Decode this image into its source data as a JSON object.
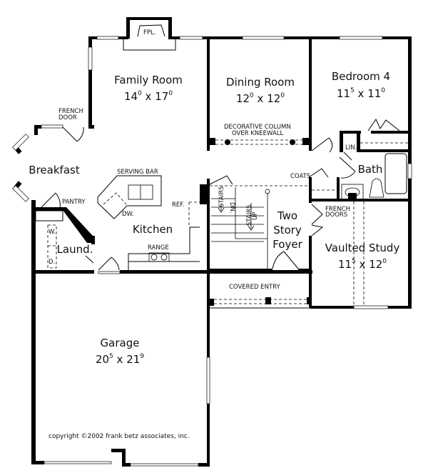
{
  "plan": {
    "rooms": [
      {
        "id": "family-room",
        "name": "Family Room",
        "dim_w": "14",
        "dim_w_in": "0",
        "dim_h": "17",
        "dim_h_in": "0"
      },
      {
        "id": "dining-room",
        "name": "Dining Room",
        "dim_w": "12",
        "dim_w_in": "0",
        "dim_h": "12",
        "dim_h_in": "0"
      },
      {
        "id": "bedroom-4",
        "name": "Bedroom 4",
        "dim_w": "11",
        "dim_w_in": "5",
        "dim_h": "11",
        "dim_h_in": "0"
      },
      {
        "id": "vaulted-study",
        "name": "Vaulted Study",
        "dim_w": "11",
        "dim_w_in": "5",
        "dim_h": "12",
        "dim_h_in": "0"
      },
      {
        "id": "garage",
        "name": "Garage",
        "dim_w": "20",
        "dim_w_in": "5",
        "dim_h": "21",
        "dim_h_in": "9"
      }
    ],
    "areas": {
      "breakfast": "Breakfast",
      "kitchen": "Kitchen",
      "laundry": "Laund.",
      "bath": "Bath",
      "foyer_line1": "Two",
      "foyer_line2": "Story",
      "foyer_line3": "Foyer"
    },
    "labels": {
      "fireplace": "FPL.",
      "french_door_1": "FRENCH",
      "french_door_2": "DOOR",
      "decorative_column_1": "DECORATIVE COLUMN",
      "decorative_column_2": "OVER KNEEWALL",
      "serving_bar": "SERVING BAR",
      "pantry": "PANTRY",
      "dishwasher": "DW.",
      "refrigerator": "REF.",
      "range": "RANGE",
      "washer": "W.",
      "dryer": "D.",
      "linen": "LIN.",
      "coats": "COATS",
      "french_doors_1": "FRENCH",
      "french_doors_2": "DOORS",
      "stairs_dn_1": "STAIRS",
      "stairs_dn_2": "DN.",
      "stairs_up_1": "STAIRS",
      "stairs_up_2": "UP",
      "covered_entry": "COVERED ENTRY"
    },
    "copyright": "copyright ©2002 frank betz associates, inc."
  }
}
